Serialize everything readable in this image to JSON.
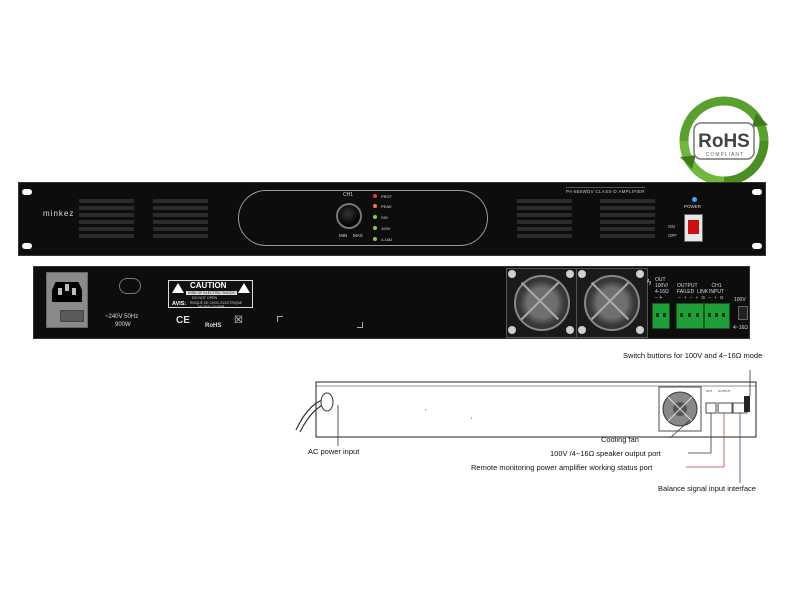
{
  "rohs": {
    "logo_text": "RoHS",
    "subtext": "COMPLIANT"
  },
  "front_panel": {
    "brand": "minkez",
    "model": "PA-650WDV CLASS-D AMPLIFIER",
    "channel": "CH1",
    "knob_min": "MIN",
    "knob_max": "MAX",
    "indicators": [
      {
        "label": "PROT",
        "color": "#e53935"
      },
      {
        "label": "PEAK",
        "color": "#ff7043"
      },
      {
        "label": "SIG",
        "color": "#7cd14a"
      },
      {
        "label": "100V",
        "color": "#7cd14a"
      },
      {
        "label": "4-16Ω",
        "color": "#7cd14a"
      }
    ],
    "power_label": "POWER",
    "on_label": "ON",
    "off_label": "OFF"
  },
  "rear_panel": {
    "voltage": "~240V 50Hz",
    "wattage": "900W",
    "caution_title": "CAUTION",
    "caution_line1": "RISK OF ELECTRIC SHOCK",
    "caution_line2": "DO NOT OPEN",
    "avis_label": "AVIS:",
    "avis_line1": "RISQUE DE CHOC ELECTRIQUE",
    "avis_line2": "NE PAS OUVRIR",
    "ce_mark": "CE",
    "rohs_mark": "RoHS",
    "out_label": "OUT\n100V/\n4-16Ω",
    "out_polarity": "−  +",
    "output_failed_link": "OUTPUT\nFAILED  LINK",
    "ch1_input": "CH1\nINPUT",
    "terminal_marks": "− + − + G − + G",
    "v100": "100V",
    "ohm": "4~16Ω"
  },
  "callouts": {
    "switch": "Switch buttons for 100V and 4~16Ω mode",
    "ac_power": "AC power input",
    "cooling_fan": "Cooling  fan",
    "speaker_port": "100V /4~16Ω speaker output port",
    "remote_port": "Remote monitoring power amplifier working status port",
    "balance_input": "Balance signal input interface"
  }
}
